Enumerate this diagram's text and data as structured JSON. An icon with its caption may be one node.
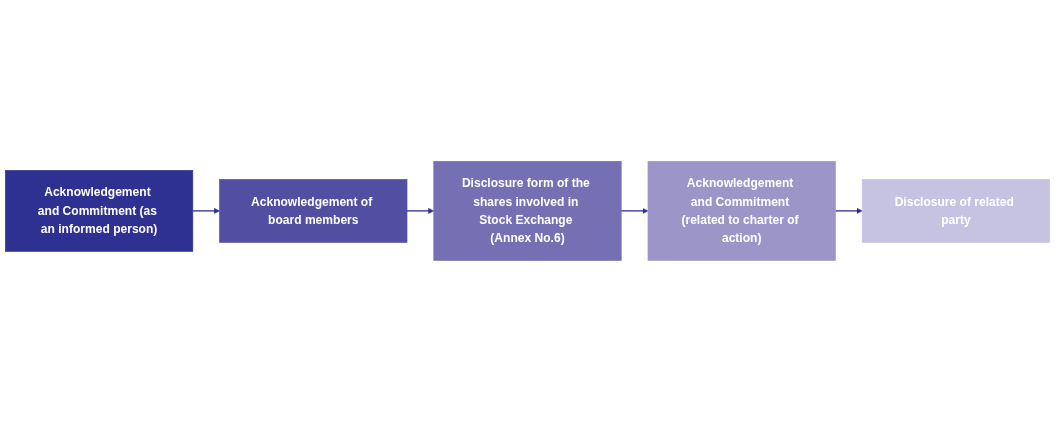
{
  "diagram": {
    "nodes": [
      {
        "text": [
          "Acknowledgement and Commitment (as an informed person)"
        ]
      },
      {
        "text": [
          "Acknowledgement of board members"
        ]
      },
      {
        "text": [
          "Disclosure form of the shares involved in Stock Exchange (Annex No.6)"
        ]
      },
      {
        "text": [
          "Acknowledgement and Commitment (related to charter of action)"
        ]
      },
      {
        "text": [
          "Disclosure of related party"
        ]
      }
    ],
    "edges": [
      {
        "from": 0,
        "to": 1,
        "arrow": "to"
      },
      {
        "from": 1,
        "to": 2,
        "arrow": "to"
      },
      {
        "from": 2,
        "to": 3,
        "arrow": "to"
      },
      {
        "from": 3,
        "to": 4,
        "arrow": "to"
      }
    ]
  }
}
